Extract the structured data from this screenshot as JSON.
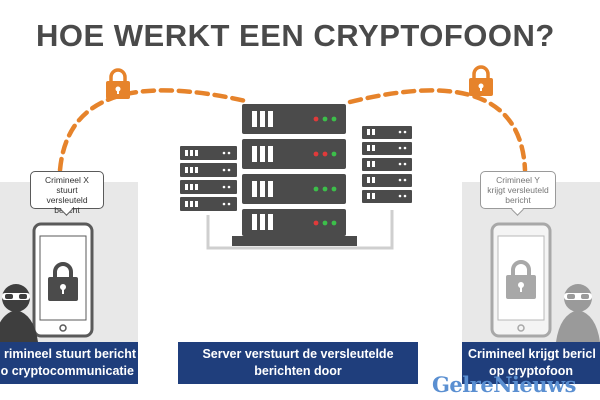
{
  "title": "HOE WERKT EEN CRYPTOFOON?",
  "left_bubble": {
    "line1": "Crimineel X",
    "line2": "stuurt versleuteld",
    "line3": "bericht"
  },
  "right_bubble": {
    "line1": "Crimineel Y",
    "line2": "krijgt versleuteld",
    "line3": "bericht"
  },
  "labels": {
    "left_line1": "rimineel stuurt bericht",
    "left_line2": "o cryptocommunicatie",
    "center_line1": "Server verstuurt de versleutelde",
    "center_line2": "berichten door",
    "right_line1": "Crimineel krijgt bericl",
    "right_line2": "op cryptofoon"
  },
  "watermark": "GelreNieuws",
  "colors": {
    "title": "#4a4a4a",
    "label_bg": "#1f3e7c",
    "orange": "#e6832b",
    "server_dark": "#4b4b4b",
    "led_red": "#e03a3a",
    "led_green": "#3cbf4a",
    "watermark": "#5a8fd1"
  },
  "icons": [
    "lock-icon",
    "server-icon",
    "smartphone-icon",
    "hooded-person-icon"
  ]
}
